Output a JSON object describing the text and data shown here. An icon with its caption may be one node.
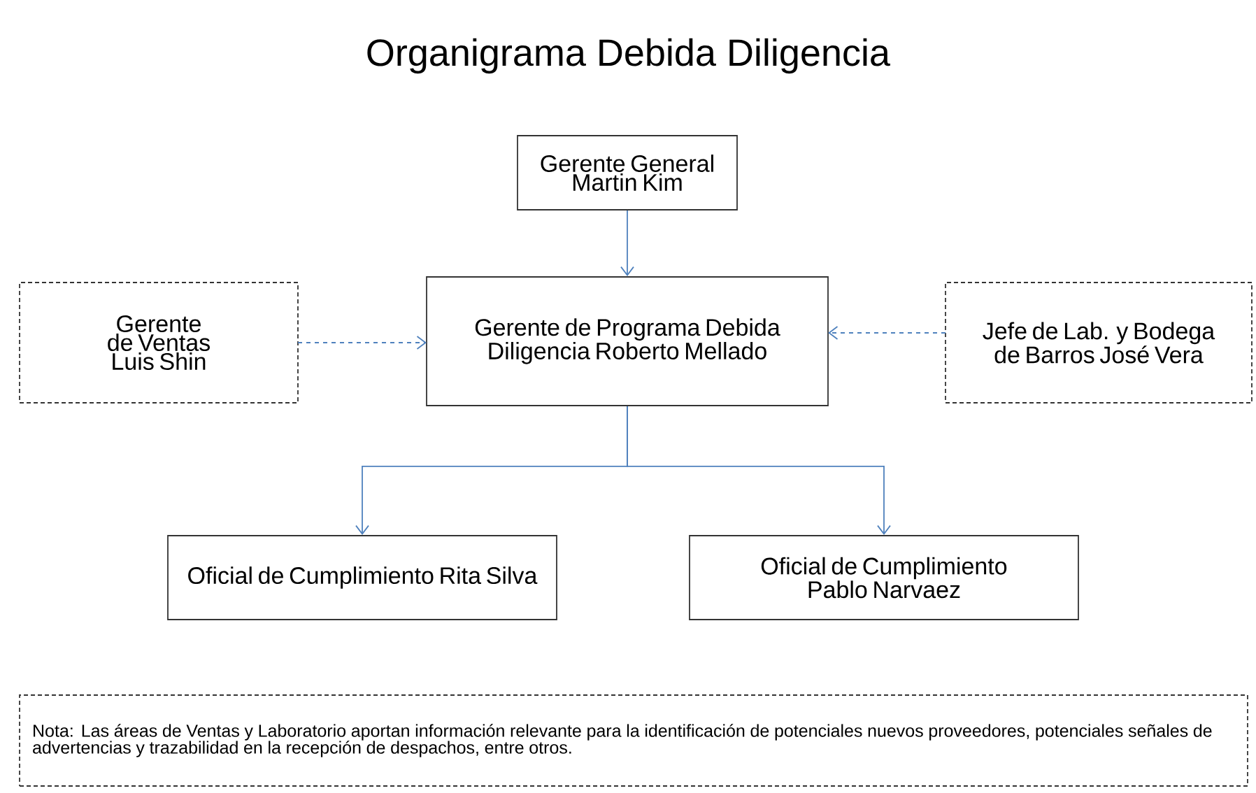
{
  "diagram": {
    "title": "Organigrama Debida Diligencia",
    "nodes": [
      {
        "text": [
          "Gerente General Martin Kim"
        ]
      },
      {
        "text": [
          "Gerente de Ventas Luis Shin"
        ]
      },
      {
        "text": [
          "Gerente de Programa Debida Diligencia Roberto Mellado"
        ]
      },
      {
        "text": [
          "Jefe de Lab. y Bodega de Barros José Vera"
        ]
      },
      {
        "text": [
          "Oficial de Cumplimiento Rita Silva"
        ]
      },
      {
        "text": [
          "Oficial de Cumplimiento Pablo Narvaez"
        ]
      },
      {
        "text": [
          "Nota: Las áreas de Ventas y Laboratorio aportan información relevante para la  identificación de potenciales nuevos proveedores, potenciales señales de advertencias y trazabilidad en la recepción de despachos, entre otros."
        ]
      }
    ],
    "edges": [
      {
        "from": 0,
        "to": 2,
        "arrow": "to"
      },
      {
        "from": 1,
        "to": 2,
        "arrow": "to",
        "style": "dashed"
      },
      {
        "from": 3,
        "to": 2,
        "arrow": "to",
        "style": "dashed"
      },
      {
        "from": 2,
        "to": 4,
        "arrow": "to"
      },
      {
        "from": 2,
        "to": 5,
        "arrow": "to"
      }
    ]
  }
}
